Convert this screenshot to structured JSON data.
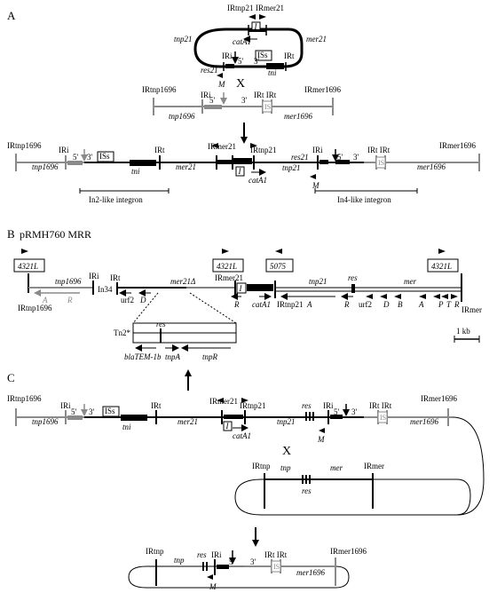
{
  "sections": {
    "a": "A",
    "b": "B",
    "b_title": "pRMH760 MRR",
    "c": "C"
  },
  "labels": {
    "IRtnp21": "IRtnp21",
    "IRmer21": "IRmer21",
    "IRtnp1696": "IRtnp1696",
    "IRmer1696": "IRmer1696",
    "IRi": "IRi",
    "IRt": "IRt",
    "IRt_IRt": "IRt IRt",
    "tnp21": "tnp21",
    "mer21": "mer21",
    "mer21delta": "mer21Δ",
    "tnp1696": "tnp1696",
    "mer1696": "mer1696",
    "catA1": "catA1",
    "res21": "res21",
    "res": "res",
    "tni": "tni",
    "ISs": "ISs",
    "IS": "IS",
    "I": "I",
    "M": "M",
    "five": "5'",
    "three": "3'",
    "X": "X",
    "in2_like": "In2-like integron",
    "in4_like": "In4-like integron",
    "box_4321L": "4321L",
    "box_5075": "5075",
    "In34": "In34",
    "urf2": "urf2",
    "D": "D",
    "A": "A",
    "R": "R",
    "B": "B",
    "P": "P",
    "T": "T",
    "Tn2star": "Tn2*",
    "blaTEM1b": "blaTEM-1b",
    "tnpA": "tnpA",
    "tnpR": "tnpR",
    "IRtnp": "IRtnp",
    "IRmer": "IRmer",
    "tnp": "tnp",
    "mer": "mer",
    "scale": "1 kb"
  },
  "colors": {
    "black": "#000000",
    "grey": "#8a8a8a",
    "light_grey": "#bdbdbd",
    "background": "#ffffff"
  }
}
